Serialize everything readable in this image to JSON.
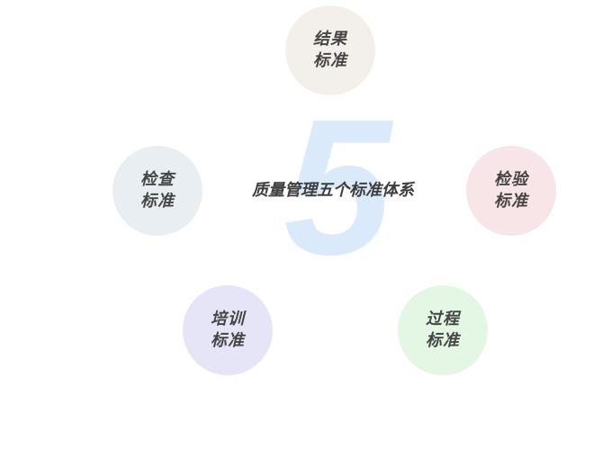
{
  "diagram": {
    "big_number": "5",
    "center_title": "质量管理五个标准体系",
    "colors": {
      "big_number": "#dbeafa",
      "text": "#454545"
    },
    "nodes": [
      {
        "id": "result",
        "line1": "结果",
        "line2": "标准",
        "color": "#f3efea"
      },
      {
        "id": "inspect",
        "line1": "检查",
        "line2": "标准",
        "color": "#e9eef3"
      },
      {
        "id": "verify",
        "line1": "检验",
        "line2": "标准",
        "color": "#f8e5e7"
      },
      {
        "id": "training",
        "line1": "培训",
        "line2": "标准",
        "color": "#e6e4f7"
      },
      {
        "id": "process",
        "line1": "过程",
        "line2": "标准",
        "color": "#e4f6e4"
      }
    ]
  }
}
